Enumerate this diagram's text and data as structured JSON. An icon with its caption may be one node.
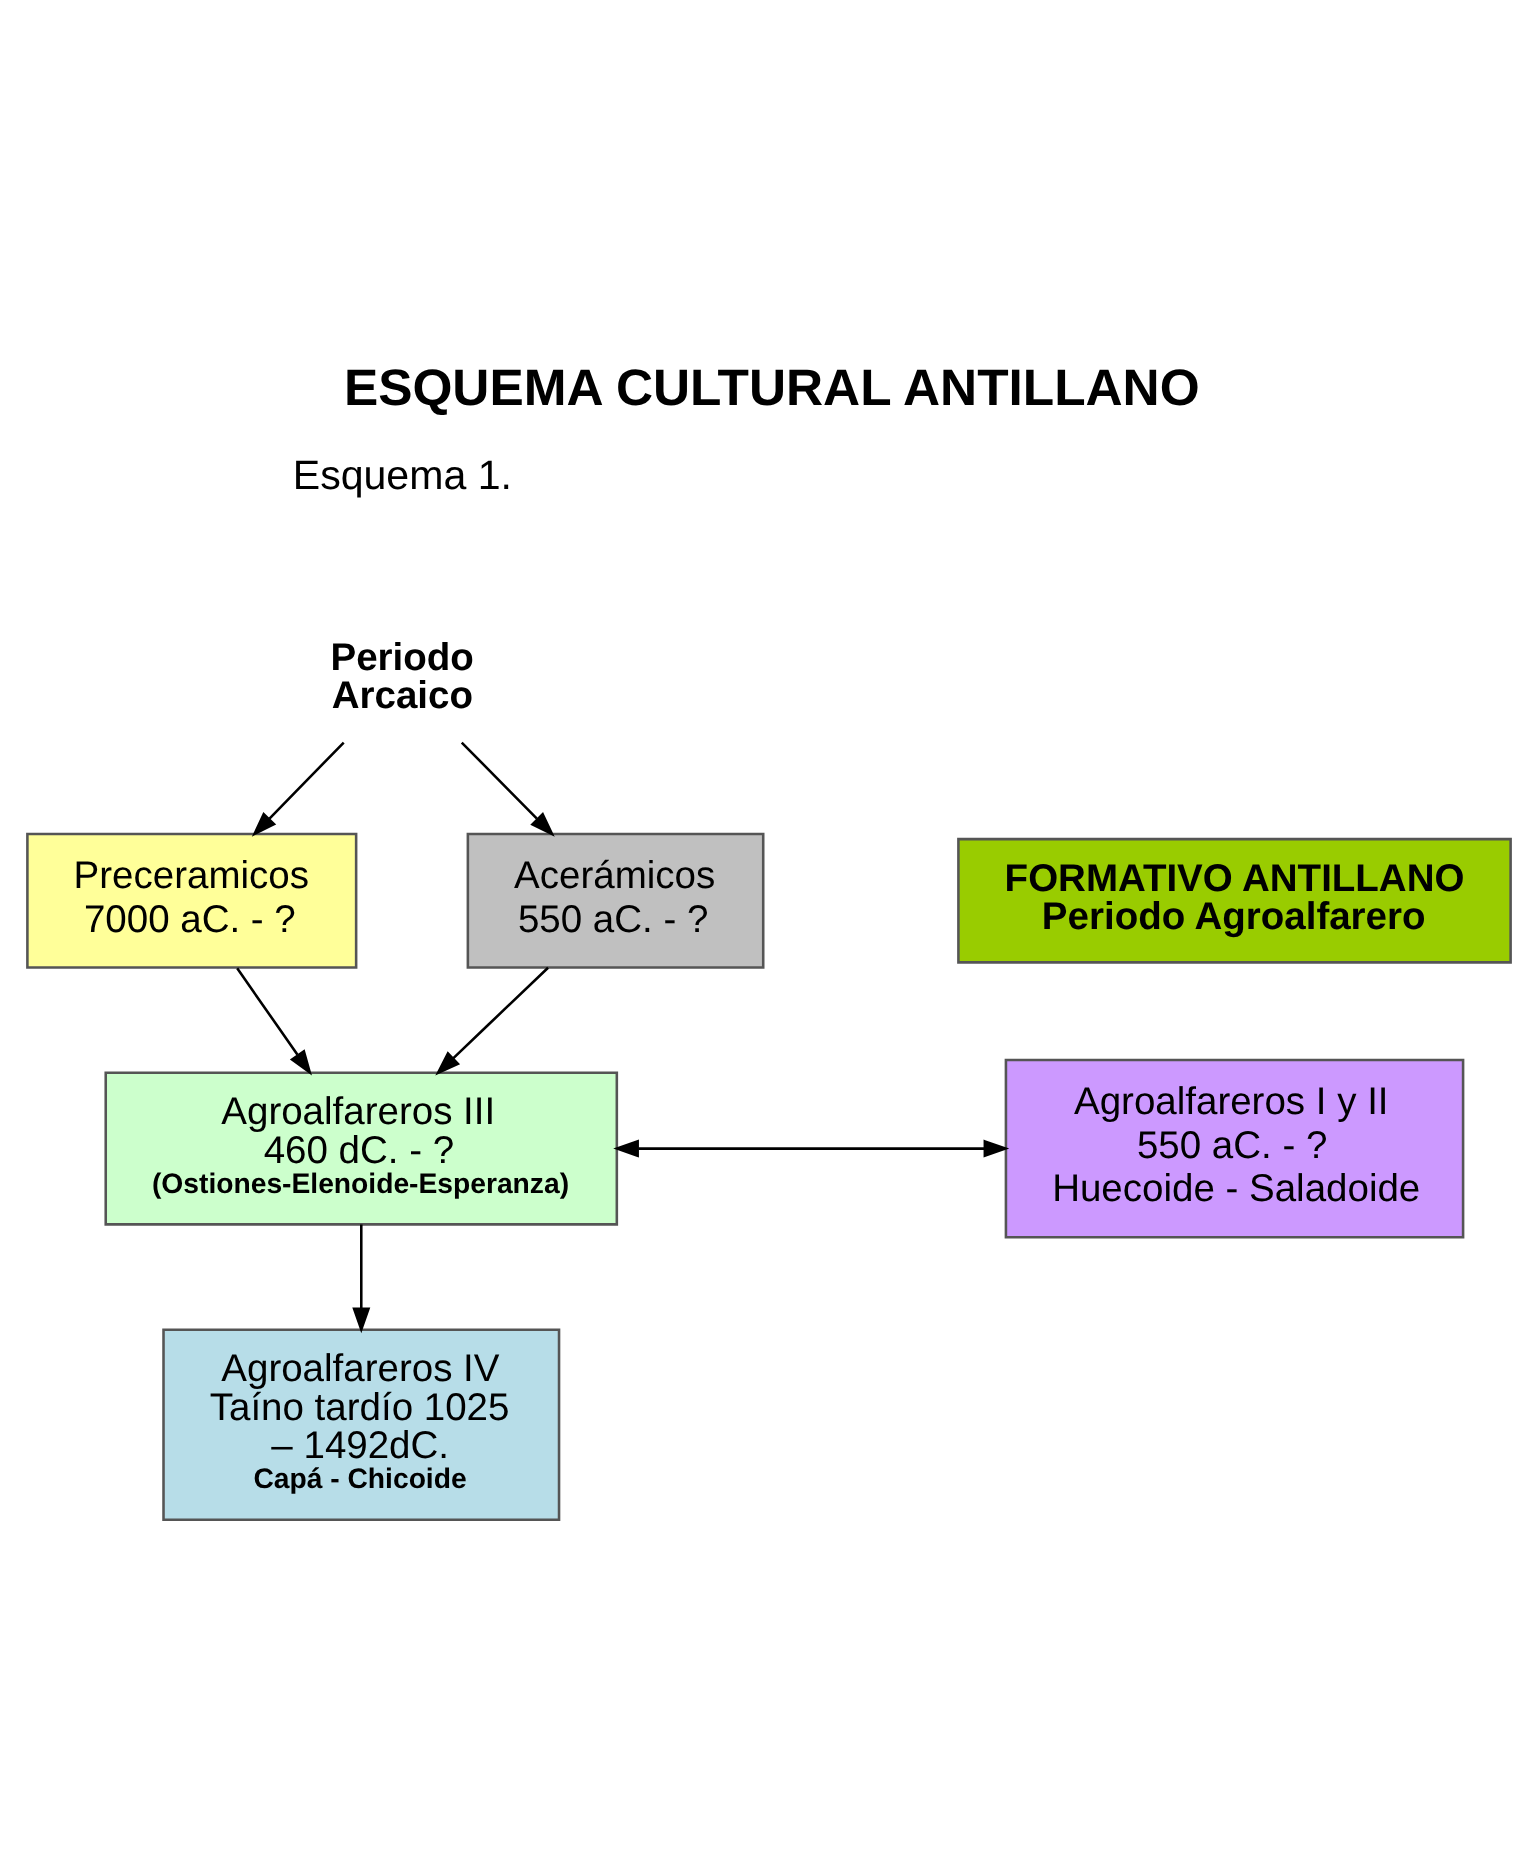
{
  "diagram": {
    "title": "ESQUEMA CULTURAL ANTILLANO",
    "nodes": [
      {
        "text": [
          "Periodo Arcaico"
        ]
      },
      {
        "text": [
          "Preceramicos 7000 aC. - ?"
        ]
      },
      {
        "text": [
          "Acerámicos 550 aC. - ?"
        ]
      },
      {
        "text": [
          "FORMATIVO ANTILLANO",
          "Periodo Agroalfarero"
        ]
      },
      {
        "text": [
          "Agroalfareros I y II",
          "550 aC. - ?",
          "Huecoide - Saladoide"
        ]
      },
      {
        "text": [
          "Agroalfareros III 460 dC. - ?",
          "(Ostiones-Elenoide-Esperanza)"
        ]
      },
      {
        "text": [
          "Agroalfareros IV Taíno tardío 1025 – 1492dC.",
          "Capá - Chicoide"
        ]
      }
    ],
    "edges": [
      {
        "from": 0,
        "to": 1,
        "arrow": "to"
      },
      {
        "from": 0,
        "to": 2,
        "arrow": "to"
      },
      {
        "from": 1,
        "to": 5,
        "arrow": "to"
      },
      {
        "from": 2,
        "to": 5,
        "arrow": "to"
      },
      {
        "from": 4,
        "to": 5,
        "arrow": "both"
      },
      {
        "from": 5,
        "to": 6,
        "arrow": "to"
      }
    ],
    "labels": [
      "Esquema 1."
    ]
  }
}
